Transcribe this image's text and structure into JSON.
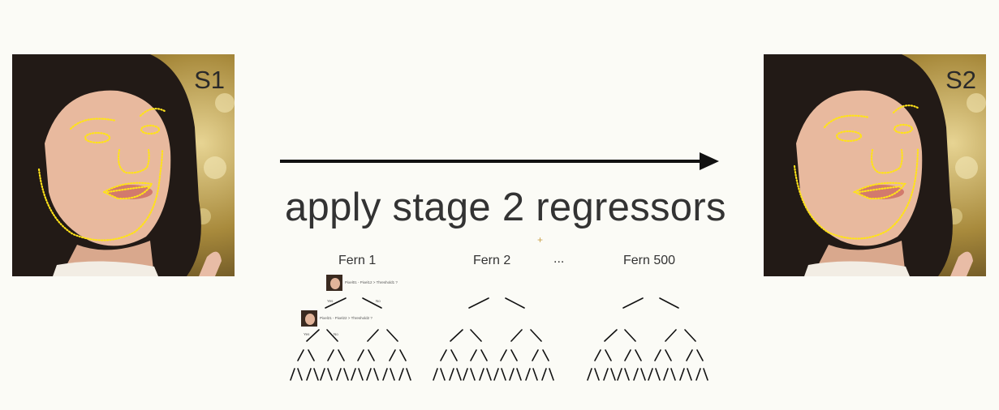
{
  "slide": {
    "caption": "apply stage 2 regressors",
    "ellipsis": "...",
    "cursor_glyph": "+",
    "arrow_color": "#111111",
    "landmark_color": "#ffe21a"
  },
  "images": [
    {
      "label": "S1"
    },
    {
      "label": "S2"
    }
  ],
  "ferns": [
    {
      "label": "Fern 1"
    },
    {
      "label": "Fern 2"
    },
    {
      "label": "Fern 500"
    }
  ],
  "fern1_annotations": {
    "node1_text": "Pixel01 - Pixel12 > Threshold1 ?",
    "node2_text": "Pixel21 - Pixel22 > Threshold2 ?",
    "yes": "Yes",
    "no": "No"
  }
}
